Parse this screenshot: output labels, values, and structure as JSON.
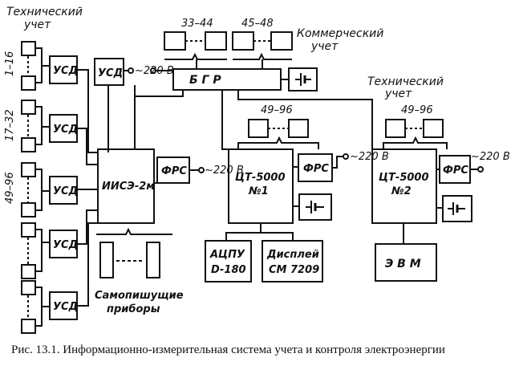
{
  "headings": {
    "tech_left": [
      "Технический",
      "учет"
    ],
    "commercial": [
      "Коммерческий",
      "учет"
    ],
    "tech_right": [
      "Технический",
      "учет"
    ]
  },
  "ranges": {
    "r1": "1–16",
    "r2": "17–32",
    "r3": "49–96",
    "top1": "33–44",
    "top2": "45–48",
    "mid1": "49–96",
    "mid2": "49–96"
  },
  "blocks": {
    "usd": "УСД",
    "bgr": "Б   Г   Р",
    "iise": "ИИСЭ-2м",
    "frs": "ФРС",
    "ct1": [
      "ЦТ-5000",
      "№1"
    ],
    "ct2": [
      "ЦТ-5000",
      "№2"
    ],
    "acpu": [
      "АЦПУ",
      "D-180"
    ],
    "display": [
      "Дисплей",
      "СМ 7209"
    ],
    "evm": "Э В М",
    "recorders": [
      "Самопишущие",
      "приборы"
    ]
  },
  "power": "~220 В",
  "battery_symbol": "−|⊢",
  "caption": "Рис. 13.1. Информационно-измерительная система учета и контроля электроэнергии"
}
